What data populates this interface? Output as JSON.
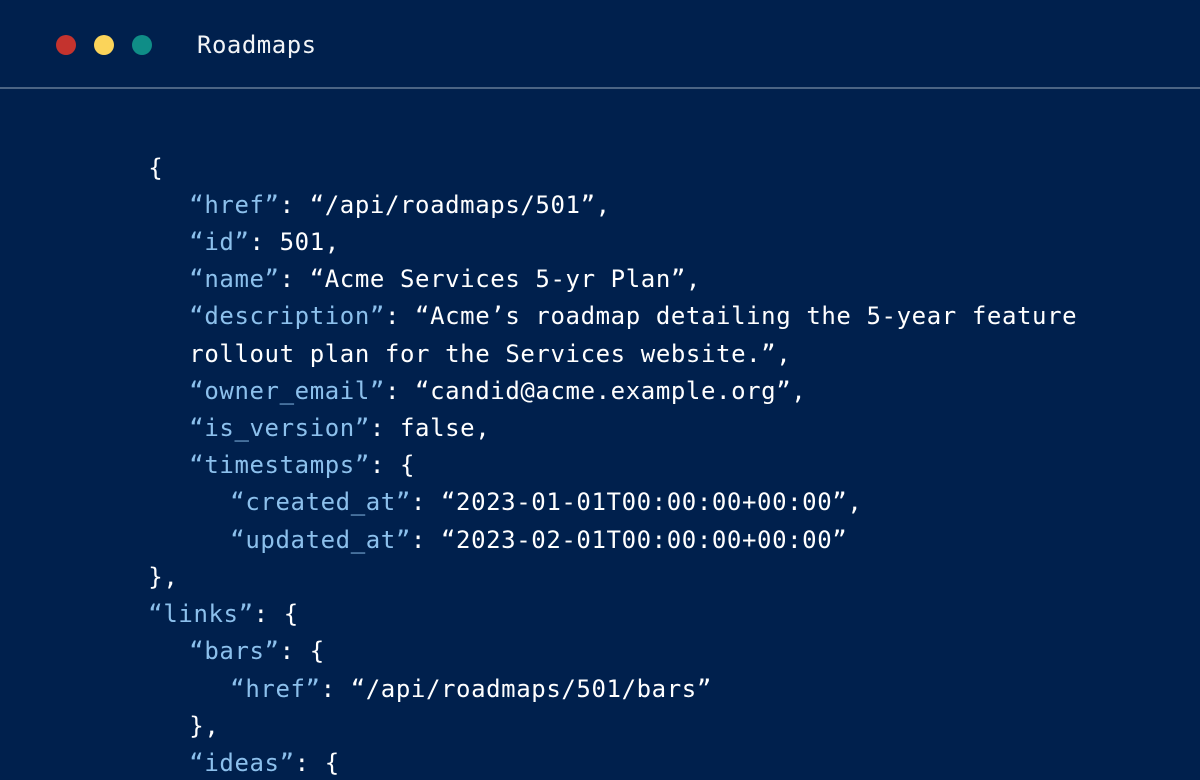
{
  "window": {
    "title": "Roadmaps",
    "controls": {
      "close_color": "#c4332e",
      "minimize_color": "#fbd45a",
      "maximize_color": "#0f8d87"
    }
  },
  "code": {
    "lines": [
      {
        "key": "",
        "rest": "{"
      },
      {
        "key": "“href”",
        "rest": ": “/api/roadmaps/501”,"
      },
      {
        "key": "“id”",
        "rest": ": 501,"
      },
      {
        "key": "“name”",
        "rest": ": “Acme Services 5-yr Plan”,"
      },
      {
        "key": "“description”",
        "rest": ": “Acme’s roadmap detailing the 5-year feature"
      },
      {
        "key": "",
        "rest": "rollout plan for the Services website.”,"
      },
      {
        "key": "“owner_email”",
        "rest": ": “candid@acme.example.org”,"
      },
      {
        "key": "“is_version”",
        "rest": ": false,"
      },
      {
        "key": "“timestamps”",
        "rest": ": {"
      },
      {
        "key": "“created_at”",
        "rest": ": “2023-01-01T00:00:00+00:00”,"
      },
      {
        "key": "“updated_at”",
        "rest": ": “2023-02-01T00:00:00+00:00”"
      },
      {
        "key": "",
        "rest": "},"
      },
      {
        "key": "“links”",
        "rest": ": {"
      },
      {
        "key": "“bars”",
        "rest": ": {"
      },
      {
        "key": "“href”",
        "rest": ": “/api/roadmaps/501/bars”"
      },
      {
        "key": "",
        "rest": "},"
      },
      {
        "key": "“ideas”",
        "rest": ": {"
      }
    ]
  }
}
